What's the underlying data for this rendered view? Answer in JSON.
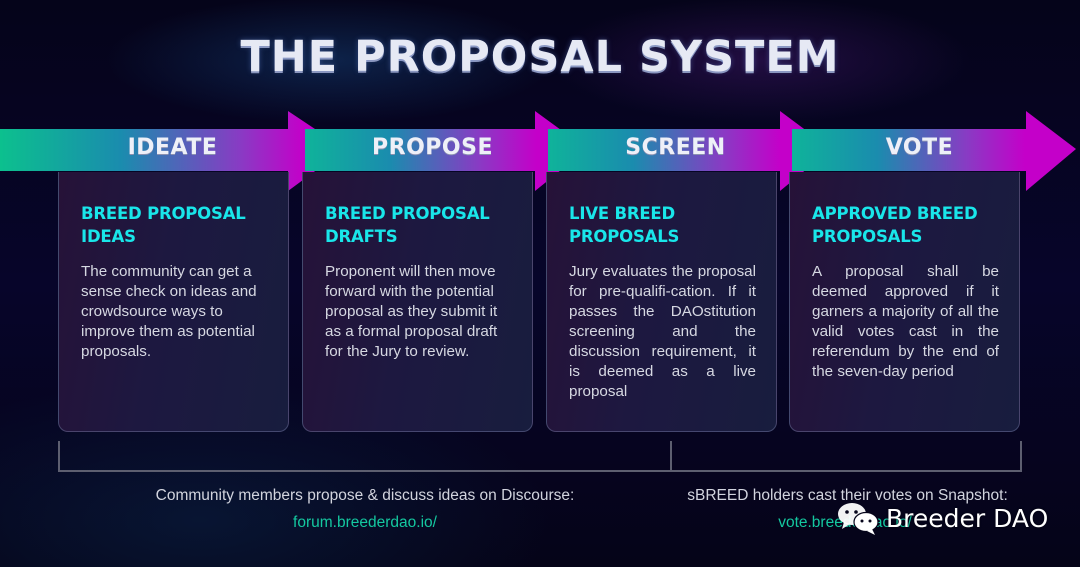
{
  "title": "THE PROPOSAL SYSTEM",
  "colors": {
    "background": "#05041a",
    "arrow_start": "#0cc08e",
    "arrow_mid": "#1a8cae",
    "arrow_end": "#c400c9",
    "card_title": "#19e6ea",
    "link": "#14c8a0"
  },
  "stages": [
    {
      "label": "IDEATE",
      "card_title_line1": "BREED PROPOSAL",
      "card_title_line2": "IDEAS",
      "description": "The community can get a sense check on ideas and crowdsource ways to improve them as potential proposals."
    },
    {
      "label": "PROPOSE",
      "card_title_line1": "BREED PROPOSAL",
      "card_title_line2": "DRAFTS",
      "description": "Proponent will then move forward with the potential proposal as they submit it as a formal proposal draft for the Jury to review."
    },
    {
      "label": "SCREEN",
      "card_title_line1": "LIVE BREED",
      "card_title_line2": "PROPOSALS",
      "description": "Jury evaluates the proposal for pre-qualifi-cation. If it passes the DAOstitution screening and the discussion requirement, it is deemed as a live proposal"
    },
    {
      "label": "VOTE",
      "card_title_line1": "APPROVED BREED",
      "card_title_line2": "PROPOSALS",
      "description": "A proposal shall be deemed approved if it garners a majority of all the valid votes cast in the referendum by the end of the seven-day period"
    }
  ],
  "footer": {
    "discourse_text": "Community members propose & discuss ideas on Discourse:",
    "discourse_link": "forum.breederdao.io/",
    "snapshot_text": "sBREED holders cast their votes on Snapshot:",
    "snapshot_link": "vote.breederdao.io/"
  },
  "watermark": {
    "icon": "wechat-icon",
    "text": "Breeder DAO"
  }
}
